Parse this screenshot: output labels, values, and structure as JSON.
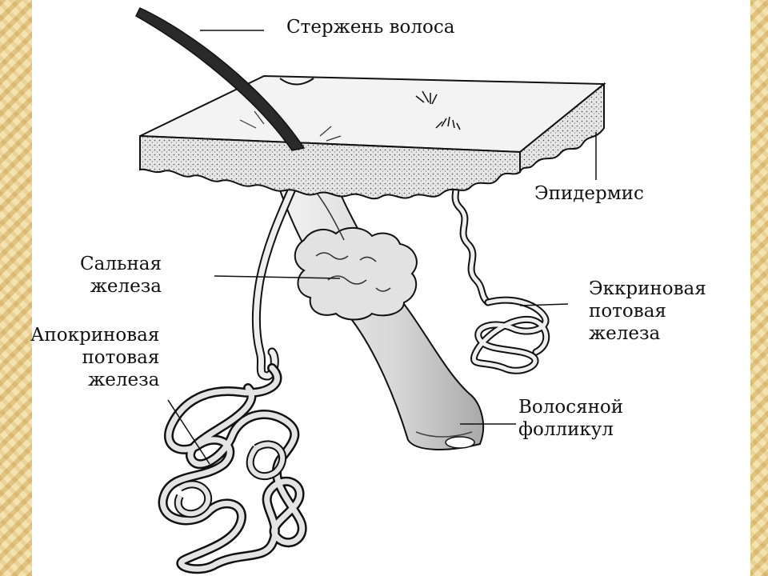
{
  "labels": {
    "hair_shaft": "Стержень волоса",
    "epidermis": "Эпидермис",
    "sebaceous": [
      "Сальная",
      "железа"
    ],
    "eccrine": [
      "Эккриновая",
      "потовая",
      "железа"
    ],
    "apocrine": [
      "Апокриновая",
      "потовая",
      "железа"
    ],
    "follicle": [
      "Волосяной",
      "фолликул"
    ]
  },
  "colors": {
    "background_texture": "#f1dfae",
    "panel": "#ffffff",
    "ink": "#111111",
    "tissue_light": "#eeeeee",
    "tissue_mid": "#cfcfcf",
    "hair": "#2a2a2a"
  }
}
